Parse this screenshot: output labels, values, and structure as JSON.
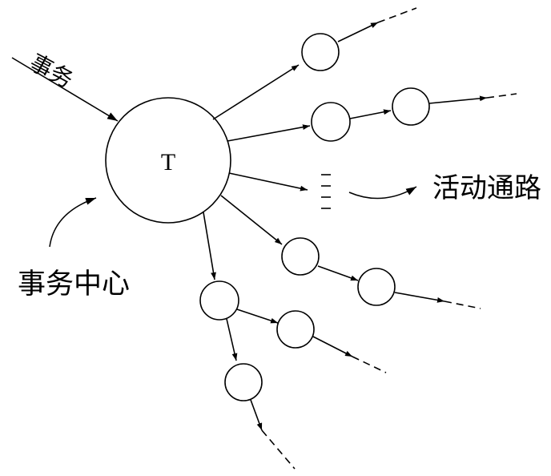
{
  "labels": {
    "transaction": "事务",
    "center_node": "T",
    "active_path": "活动通路",
    "transaction_center": "事务中心"
  }
}
